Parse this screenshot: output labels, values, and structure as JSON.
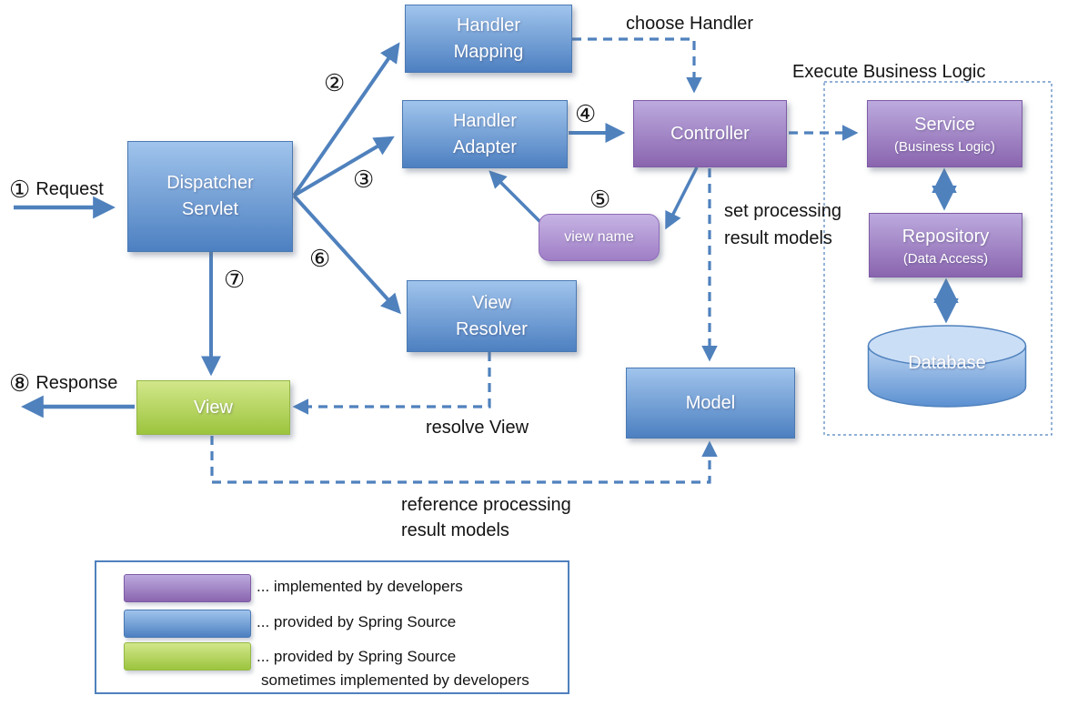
{
  "title": "Spring MVC DispatcherServlet request processing flow",
  "colors": {
    "box_blue_top": "#a0c4ec",
    "box_blue_bottom": "#4d80c1",
    "box_purple_top": "#bcaade",
    "box_purple_bottom": "#8a65af",
    "box_green_top": "#d2e78a",
    "box_green_bottom": "#9cc43e",
    "arrow": "#4f81bd",
    "text": "#141414",
    "legend_border": "#4f81bd"
  },
  "nodes": {
    "handler_mapping": {
      "label": "Handler\nMapping"
    },
    "handler_adapter": {
      "label": "Handler\nAdapter"
    },
    "dispatcher_servlet": {
      "label": "Dispatcher\nServlet"
    },
    "controller": {
      "label": "Controller"
    },
    "service": {
      "label": "Service",
      "sublabel": "(Business Logic)"
    },
    "repository": {
      "label": "Repository",
      "sublabel": "(Data Access)"
    },
    "database": {
      "label": "Database"
    },
    "view_resolver": {
      "label": "View\nResolver"
    },
    "view": {
      "label": "View"
    },
    "model": {
      "label": "Model"
    },
    "view_name": {
      "label": "view name"
    }
  },
  "annotations": {
    "request_num": "①",
    "request_text": "Request",
    "response_num": "⑧",
    "response_text": "Response",
    "choose_handler": "choose Handler",
    "execute_business_logic": "Execute Business Logic",
    "set_processing": "set processing\nresult models",
    "resolve_view": "resolve View",
    "reference_processing": "reference processing\nresult models"
  },
  "steps": {
    "s2": "②",
    "s3": "③",
    "s4": "④",
    "s5": "⑤",
    "s6": "⑥",
    "s7": "⑦"
  },
  "legend": {
    "items": [
      {
        "color": "purple",
        "label": "... implemented by developers"
      },
      {
        "color": "blue",
        "label": "... provided by Spring Source"
      },
      {
        "color": "green",
        "label": "... provided by Spring Source",
        "label2": "sometimes implemented by developers"
      }
    ]
  }
}
